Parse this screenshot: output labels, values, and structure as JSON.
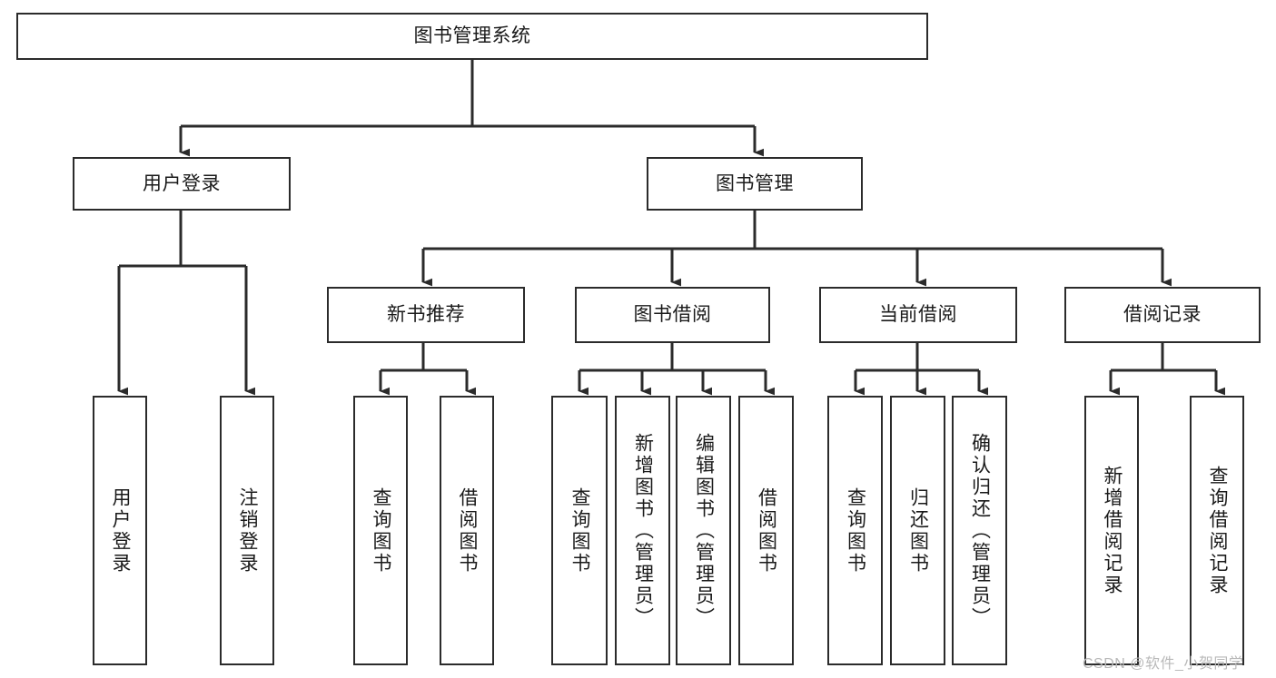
{
  "diagram": {
    "type": "tree-hierarchy-chart",
    "title_node": "图书管理系统",
    "line_color": "#2b2b2b",
    "box_fill": "#ffffff",
    "text_color": "#1a1a1a",
    "nodes": {
      "root": {
        "label": "图书管理系统",
        "orientation": "horizontal"
      },
      "l2_0": {
        "label": "用户登录",
        "orientation": "horizontal"
      },
      "l2_1": {
        "label": "图书管理",
        "orientation": "horizontal"
      },
      "l3_0": {
        "label": "新书推荐",
        "orientation": "horizontal"
      },
      "l3_1": {
        "label": "图书借阅",
        "orientation": "horizontal"
      },
      "l3_2": {
        "label": "当前借阅",
        "orientation": "horizontal"
      },
      "l3_3": {
        "label": "借阅记录",
        "orientation": "horizontal"
      },
      "leaf_0": {
        "label": "用户登录",
        "orientation": "vertical"
      },
      "leaf_1": {
        "label": "注销登录",
        "orientation": "vertical"
      },
      "leaf_2": {
        "label": "查询图书",
        "orientation": "vertical"
      },
      "leaf_3": {
        "label": "借阅图书",
        "orientation": "vertical"
      },
      "leaf_4": {
        "label": "查询图书",
        "orientation": "vertical"
      },
      "leaf_5": {
        "label": "新增图书（管理员）",
        "orientation": "vertical"
      },
      "leaf_6": {
        "label": "编辑图书（管理员）",
        "orientation": "vertical"
      },
      "leaf_7": {
        "label": "借阅图书",
        "orientation": "vertical"
      },
      "leaf_8": {
        "label": "查询图书",
        "orientation": "vertical"
      },
      "leaf_9": {
        "label": "归还图书",
        "orientation": "vertical"
      },
      "leaf_10": {
        "label": "确认归还（管理员）",
        "orientation": "vertical"
      },
      "leaf_11": {
        "label": "新增借阅记录",
        "orientation": "vertical"
      },
      "leaf_12": {
        "label": "查询借阅记录",
        "orientation": "vertical"
      }
    },
    "edges": [
      {
        "from": "root",
        "to": "l2_0"
      },
      {
        "from": "root",
        "to": "l2_1"
      },
      {
        "from": "l2_0",
        "to": "leaf_0"
      },
      {
        "from": "l2_0",
        "to": "leaf_1"
      },
      {
        "from": "l2_1",
        "to": "l3_0"
      },
      {
        "from": "l2_1",
        "to": "l3_1"
      },
      {
        "from": "l2_1",
        "to": "l3_2"
      },
      {
        "from": "l2_1",
        "to": "l3_3"
      },
      {
        "from": "l3_0",
        "to": "leaf_2"
      },
      {
        "from": "l3_0",
        "to": "leaf_3"
      },
      {
        "from": "l3_1",
        "to": "leaf_4"
      },
      {
        "from": "l3_1",
        "to": "leaf_5"
      },
      {
        "from": "l3_1",
        "to": "leaf_6"
      },
      {
        "from": "l3_1",
        "to": "leaf_7"
      },
      {
        "from": "l3_2",
        "to": "leaf_8"
      },
      {
        "from": "l3_2",
        "to": "leaf_9"
      },
      {
        "from": "l3_2",
        "to": "leaf_10"
      },
      {
        "from": "l3_3",
        "to": "leaf_11"
      },
      {
        "from": "l3_3",
        "to": "leaf_12"
      }
    ]
  },
  "watermark": {
    "text": "CSDN @软件_小贺同学"
  }
}
